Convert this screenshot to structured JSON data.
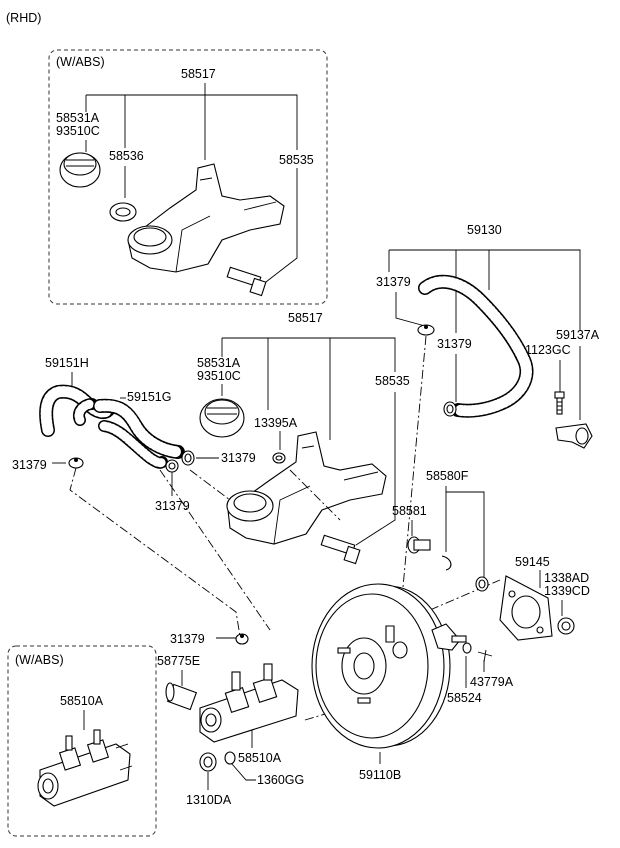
{
  "corner_note": "(RHD)",
  "abs_box_reservoir": {
    "title": "(W/ABS)"
  },
  "abs_box_master": {
    "title": "(W/ABS)"
  },
  "labels": {
    "l58517_top": "58517",
    "l58531A_top": "58531A",
    "l93510C_top": "93510C",
    "l58536": "58536",
    "l58535_top": "58535",
    "l59130": "59130",
    "l31379_a": "31379",
    "l31379_b": "31379",
    "l59137A": "59137A",
    "l1123GC": "1123GC",
    "l58517_mid": "58517",
    "l58531A_mid": "58531A",
    "l93510C_mid": "93510C",
    "l58535_mid": "58535",
    "l59151H": "59151H",
    "l59151G": "59151G",
    "l13395A": "13395A",
    "l31379_c": "31379",
    "l31379_d": "31379",
    "l31379_e": "31379",
    "l58580F": "58580F",
    "l58581": "58581",
    "l59145": "59145",
    "l1338AD": "1338AD",
    "l1339CD": "1339CD",
    "l31379_f": "31379",
    "l58775E": "58775E",
    "l58510A_box": "58510A",
    "l58510A": "58510A",
    "l1360GG": "1360GG",
    "l1310DA": "1310DA",
    "l59110B": "59110B",
    "l58524": "58524",
    "l43779A": "43779A"
  }
}
